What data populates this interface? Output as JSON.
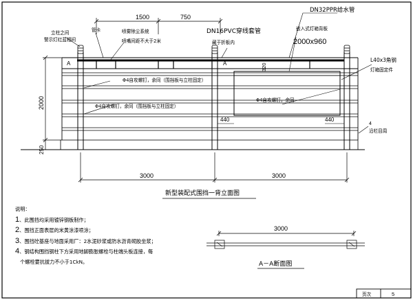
{
  "dims": {
    "d1500": "1500",
    "d750": "750",
    "d2000": "2000",
    "d250": "250",
    "d320": "320",
    "d440a": "440",
    "d440b": "440",
    "d3000a": "3000",
    "d3000b": "3000",
    "d3000c": "3000",
    "size": "2000x960"
  },
  "labels": {
    "tag_a_left": "A",
    "tag_a_right": "A",
    "warning_light_1": "立柱之间",
    "warning_light_2": "警示灯红蓝相间",
    "pipe_clamp": "管卡",
    "spray_1": "喷雾除尘系统",
    "spray_2": "喷嘴间距不大于2米",
    "pvc_1": "DN16PVC穿线套管",
    "pvc_2": "藏于折板内",
    "ppr": "DN32PPR给水管",
    "lightbox": "嵌入式灯箱背板",
    "angle_1": "L40x3角钢",
    "angle_2": "灯箱固定件",
    "screw_a": "Φ4自攻螺钉，余同（围挡板与立柱固定）",
    "screw_b": "Φ4自攻螺钉，余同（围挡板与立柱固定）",
    "screw_c": "Φ4自攻螺钉，余同",
    "wall": "沿栏目周",
    "wall_num": "4",
    "title": "新型装配式围挡一背立面图",
    "section_title": "A－A断面图"
  },
  "notes": {
    "heading": "说明：",
    "items": [
      {
        "num": "1",
        "text": "、此围挡均采用镀锌钢板制作；"
      },
      {
        "num": "2",
        "text": "、围挡正面表层的米黄涂漆喷涂；"
      },
      {
        "num": "3",
        "text": "、围挡砼基座与地面采用厂：2水泥砂浆或防水沥青砌胶坐浆；"
      },
      {
        "num": "4",
        "text": "、钢结构围挡钢柱下方采用地脚膨胀螺栓与柱端头板连接，每"
      }
    ],
    "continuation": "个螺栓要抗拔力不小于1CkN。"
  },
  "titleblock": {
    "label": "页次",
    "page": "5"
  }
}
